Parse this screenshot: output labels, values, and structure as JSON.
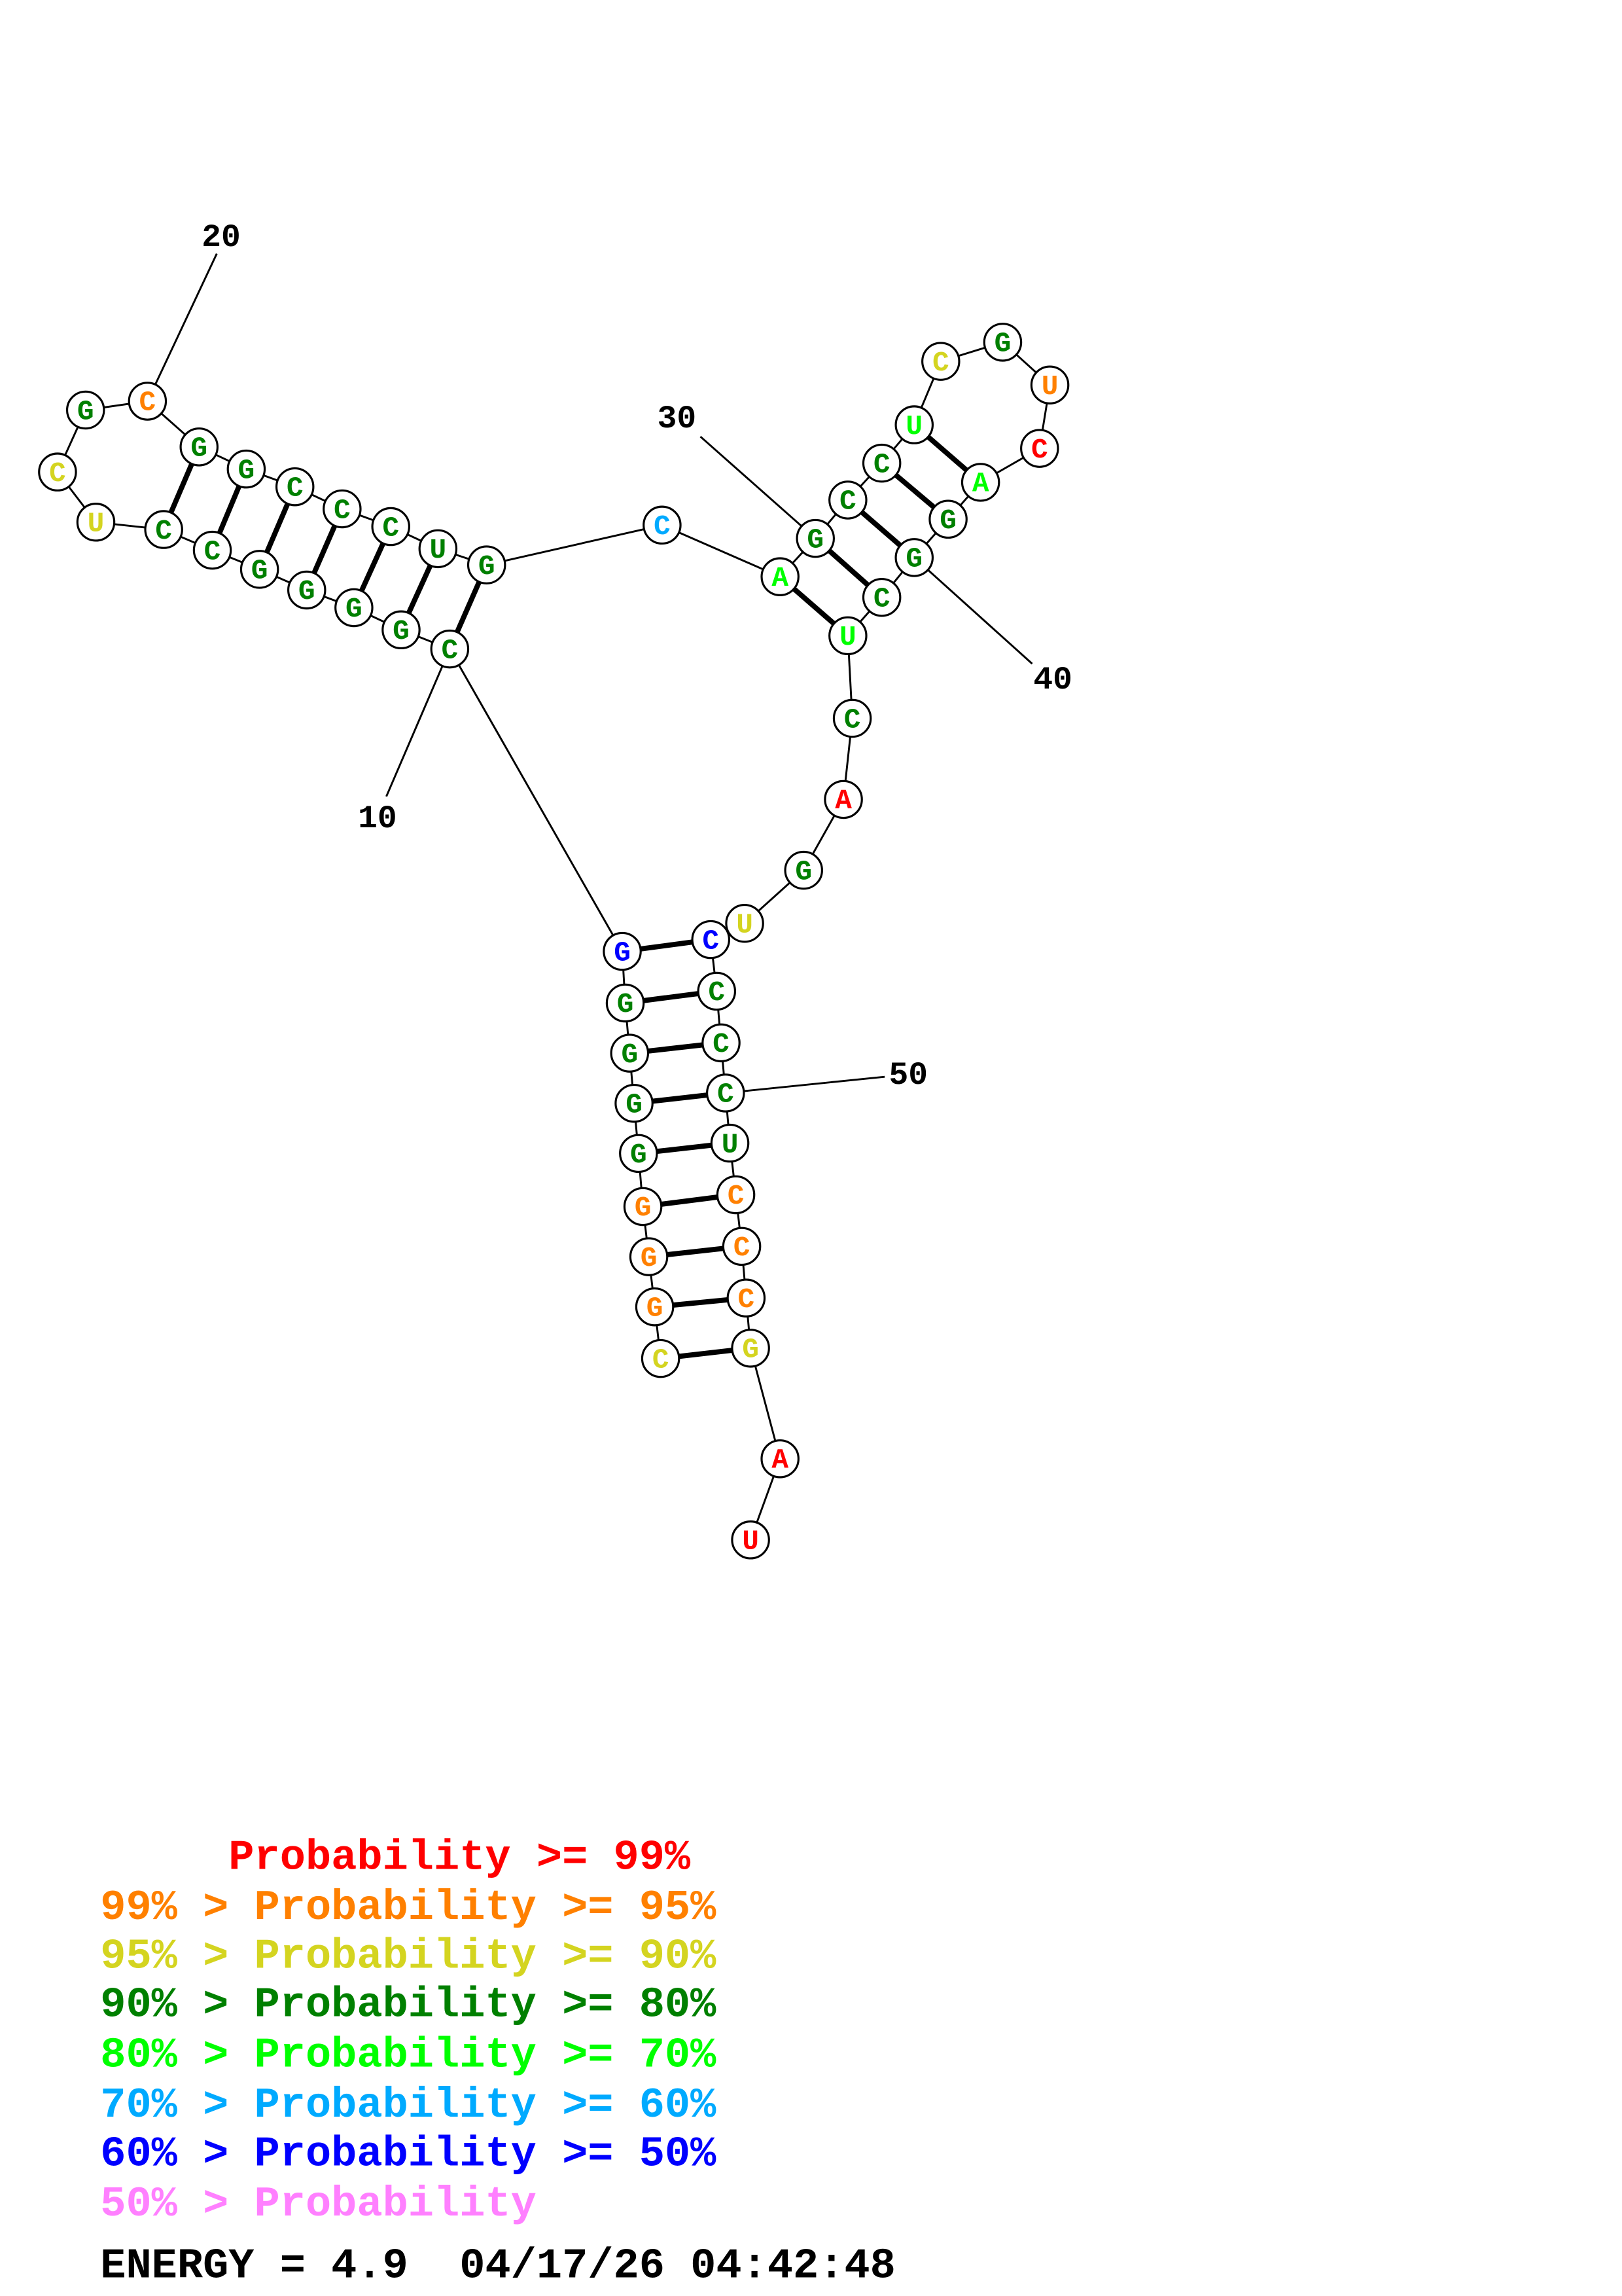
{
  "structure": {
    "sequence": "CGGGGGGGGCGGGGCCUCGCGGCCCUGCAGCCUCGUCAGGCUCAGUCCCCUCCCGAU",
    "prob_class": [
      2,
      1,
      1,
      1,
      3,
      3,
      3,
      3,
      6,
      3,
      3,
      3,
      3,
      3,
      3,
      3,
      2,
      2,
      3,
      1,
      3,
      3,
      3,
      3,
      3,
      3,
      3,
      5,
      4,
      3,
      3,
      3,
      4,
      2,
      3,
      1,
      0,
      4,
      3,
      3,
      3,
      4,
      3,
      0,
      3,
      2,
      6,
      3,
      3,
      3,
      3,
      1,
      1,
      1,
      2,
      0,
      0
    ],
    "pairs": [
      [
        1,
        55
      ],
      [
        2,
        54
      ],
      [
        3,
        53
      ],
      [
        4,
        52
      ],
      [
        5,
        51
      ],
      [
        6,
        50
      ],
      [
        7,
        49
      ],
      [
        8,
        48
      ],
      [
        9,
        47
      ],
      [
        10,
        27
      ],
      [
        11,
        26
      ],
      [
        12,
        25
      ],
      [
        13,
        24
      ],
      [
        14,
        23
      ],
      [
        15,
        22
      ],
      [
        16,
        21
      ],
      [
        29,
        42
      ],
      [
        30,
        41
      ],
      [
        31,
        40
      ],
      [
        32,
        39
      ],
      [
        33,
        38
      ]
    ],
    "position_labels": [
      "10",
      "20",
      "30",
      "40",
      "50"
    ]
  },
  "legend": {
    "colors": [
      "#ff0000",
      "#ff8000",
      "#d4d420",
      "#008000",
      "#00ff00",
      "#00aaff",
      "#0000ff",
      "#ff80ff"
    ],
    "lines": [
      "     Probability >= 99%",
      "99% > Probability >= 95%",
      "95% > Probability >= 90%",
      "90% > Probability >= 80%",
      "80% > Probability >= 70%",
      "70% > Probability >= 60%",
      "60% > Probability >= 50%",
      "50% > Probability"
    ],
    "energy_line": "ENERGY = 4.9  04/17/26 04:42:48"
  }
}
